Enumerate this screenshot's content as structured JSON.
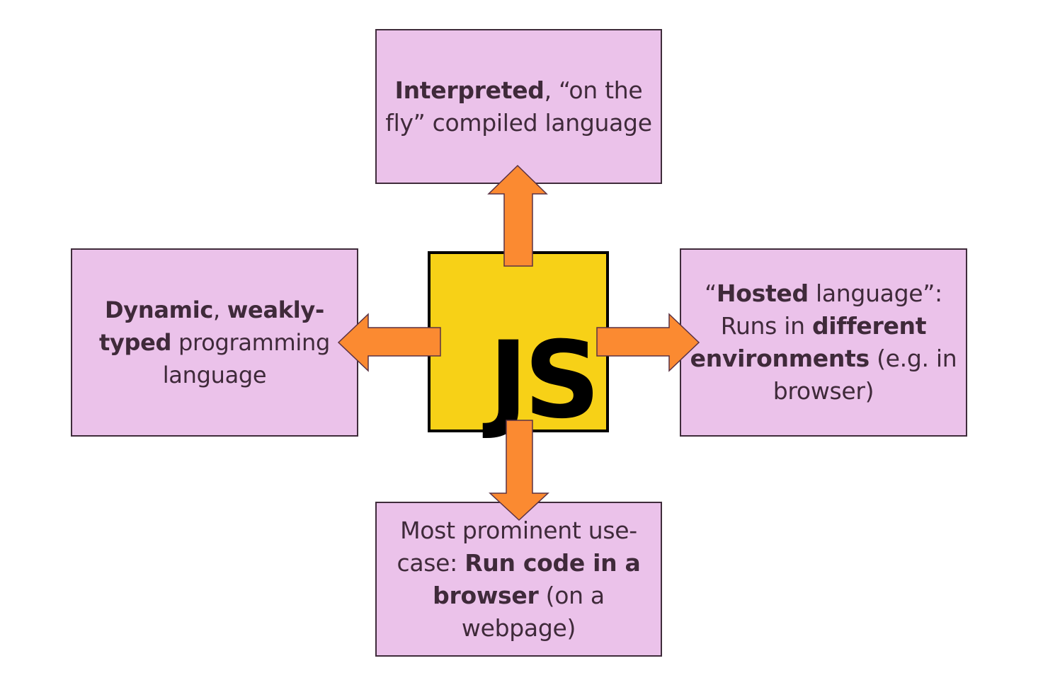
{
  "logo": {
    "text": "JS",
    "background_color": "#f7d117",
    "text_color": "#000000"
  },
  "colors": {
    "box_fill": "#ebc2ea",
    "box_border": "#3f2c3b",
    "text": "#3f2a3a",
    "arrow_fill": "#fb8a31",
    "arrow_stroke": "#5b3244"
  },
  "boxes": {
    "top": {
      "bold_1": "Interpreted",
      "text_1": ", “on the fly” compiled language"
    },
    "left": {
      "bold_1": "Dynamic",
      "text_1": ", ",
      "bold_2": "weakly-typed",
      "text_2": " programming language"
    },
    "right": {
      "text_1": "“",
      "bold_1": "Hosted",
      "text_2": " language”: Runs in ",
      "bold_2": "different environments",
      "text_3": " (e.g. in browser)"
    },
    "bottom": {
      "text_1": "Most prominent use-case: ",
      "bold_1": "Run code in a browser",
      "text_2": " (on a webpage)"
    }
  },
  "arrows": [
    {
      "direction": "up",
      "from": "logo",
      "to": "top"
    },
    {
      "direction": "left",
      "from": "logo",
      "to": "left"
    },
    {
      "direction": "right",
      "from": "logo",
      "to": "right"
    },
    {
      "direction": "down",
      "from": "logo",
      "to": "bottom"
    }
  ]
}
